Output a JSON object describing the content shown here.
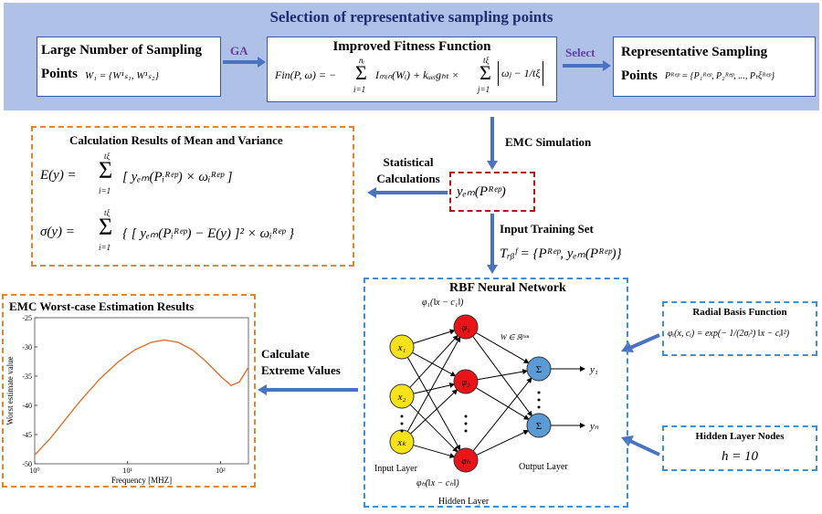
{
  "banner": {
    "title": "Selection of representative sampling points",
    "box1": {
      "line1": "Large Number of Sampling",
      "line2_label": "Points",
      "formula": "W₁ = {W¹ₛ₁, W¹ₛ₂}"
    },
    "arrow1_label": "GA",
    "box2": {
      "title": "Improved Fitness Function",
      "formula_left": "Fin(P, ω) = −",
      "sum1_top": "nᵣ",
      "sum1_bottom": "i=1",
      "term1": "Iₘᵢₙ(Wᵢ) + kᵤₑᵢgₕₜ ×",
      "sum2_top": "tξ",
      "sum2_bottom": "j=1",
      "term2": "ωⱼ − 1/tξ"
    },
    "arrow2_label": "Select",
    "box3": {
      "line1": "Representative Sampling",
      "line2_label": "Points",
      "formula": "Pᴿᵉᵖ = {P₁ᴿᵉᵖ, P₂ᴿᵉᵖ, ..., Pₜξᴿᵉᵖ}"
    }
  },
  "flow": {
    "emc_simulation": "EMC Simulation",
    "statistical_calculations_line1": "Statistical",
    "statistical_calculations_line2": "Calculations",
    "center_node": "yₑₘ(Pᴿᵉᵖ)",
    "input_training_set": "Input Training Set",
    "training_formula": "Tᵣᵦᶠ = {Pᴿᵉᵖ, yₑₘ(Pᴿᵉᵖ)}",
    "calculate_line1": "Calculate",
    "calculate_line2": "Extreme Values"
  },
  "mean_variance": {
    "title": "Calculation Results of Mean and Variance",
    "eq1_lhs": "E(y) =",
    "eq1_body": "[ yₑₘ(Pᵢᴿᵉᵖ) × ωᵢᴿᵉᵖ ]",
    "eq2_lhs": "σ(y) =",
    "eq2_body": "{ [ yₑₘ(Pᵢᴿᵉᵖ) − E(y) ]² × ωᵢᴿᵉᵖ }",
    "sum_top": "tξ",
    "sum_bottom": "i=1"
  },
  "rbf": {
    "title": "RBF Neural Network",
    "phi_top": "φ₁(‖x − c₁‖)",
    "phi_bottom": "φₕ(‖x − cₕ‖)",
    "weight_label": "W ∈ ℝʰˣⁿ",
    "inputs": [
      "x₁",
      "x₂",
      "xₖ"
    ],
    "hidden": [
      "φ₁",
      "φ₂",
      "φₕ"
    ],
    "sum_nodes": [
      "Σ",
      "Σ"
    ],
    "outputs": [
      "y₁",
      "yₙ"
    ],
    "input_layer": "Input Layer",
    "output_layer": "Output Layer",
    "hidden_layer": "Hidden Layer",
    "colors": {
      "input": "#f5e21a",
      "hidden": "#e8141a",
      "output": "#5b9bd5"
    }
  },
  "radial_basis": {
    "title": "Radial Basis Function",
    "formula": "φᵢ(x, cᵢ) = exp(− 1/(2σᵢ²) ‖x − cᵢ‖²)"
  },
  "hidden_nodes": {
    "title": "Hidden Layer Nodes",
    "formula": "h = 10"
  },
  "chart_data": {
    "type": "line",
    "title": "EMC Worst-case Estimation Results",
    "xlabel": "Frequency [MHZ]",
    "ylabel": "Worst estimate value",
    "xscale": "log",
    "xlim": [
      1,
      200
    ],
    "ylim": [
      -50,
      -25
    ],
    "xticks": [
      "10⁰",
      "10¹",
      "10²"
    ],
    "yticks": [
      "-25",
      "-30",
      "-35",
      "-40",
      "-45",
      "-50"
    ],
    "grid": false,
    "color": "#e0702a",
    "series": [
      {
        "name": "worst-case",
        "x": [
          1,
          1.5,
          2,
          3,
          5,
          8,
          12,
          18,
          25,
          35,
          50,
          70,
          100,
          130,
          160,
          200
        ],
        "y": [
          -48.5,
          -45.5,
          -43,
          -39.5,
          -35.5,
          -32.5,
          -30.5,
          -29.2,
          -28.8,
          -29.2,
          -30.5,
          -32.5,
          -35,
          -36.6,
          -36,
          -33.5
        ]
      }
    ]
  },
  "colors": {
    "banner": "#afc1e6",
    "banner_title": "#1f2b73",
    "arrow": "#4a72c0",
    "orange_dash": "#d98836",
    "red_dash": "#b01818",
    "blue_dash": "#3f8fd0",
    "select_text": "#6a3aa0"
  }
}
